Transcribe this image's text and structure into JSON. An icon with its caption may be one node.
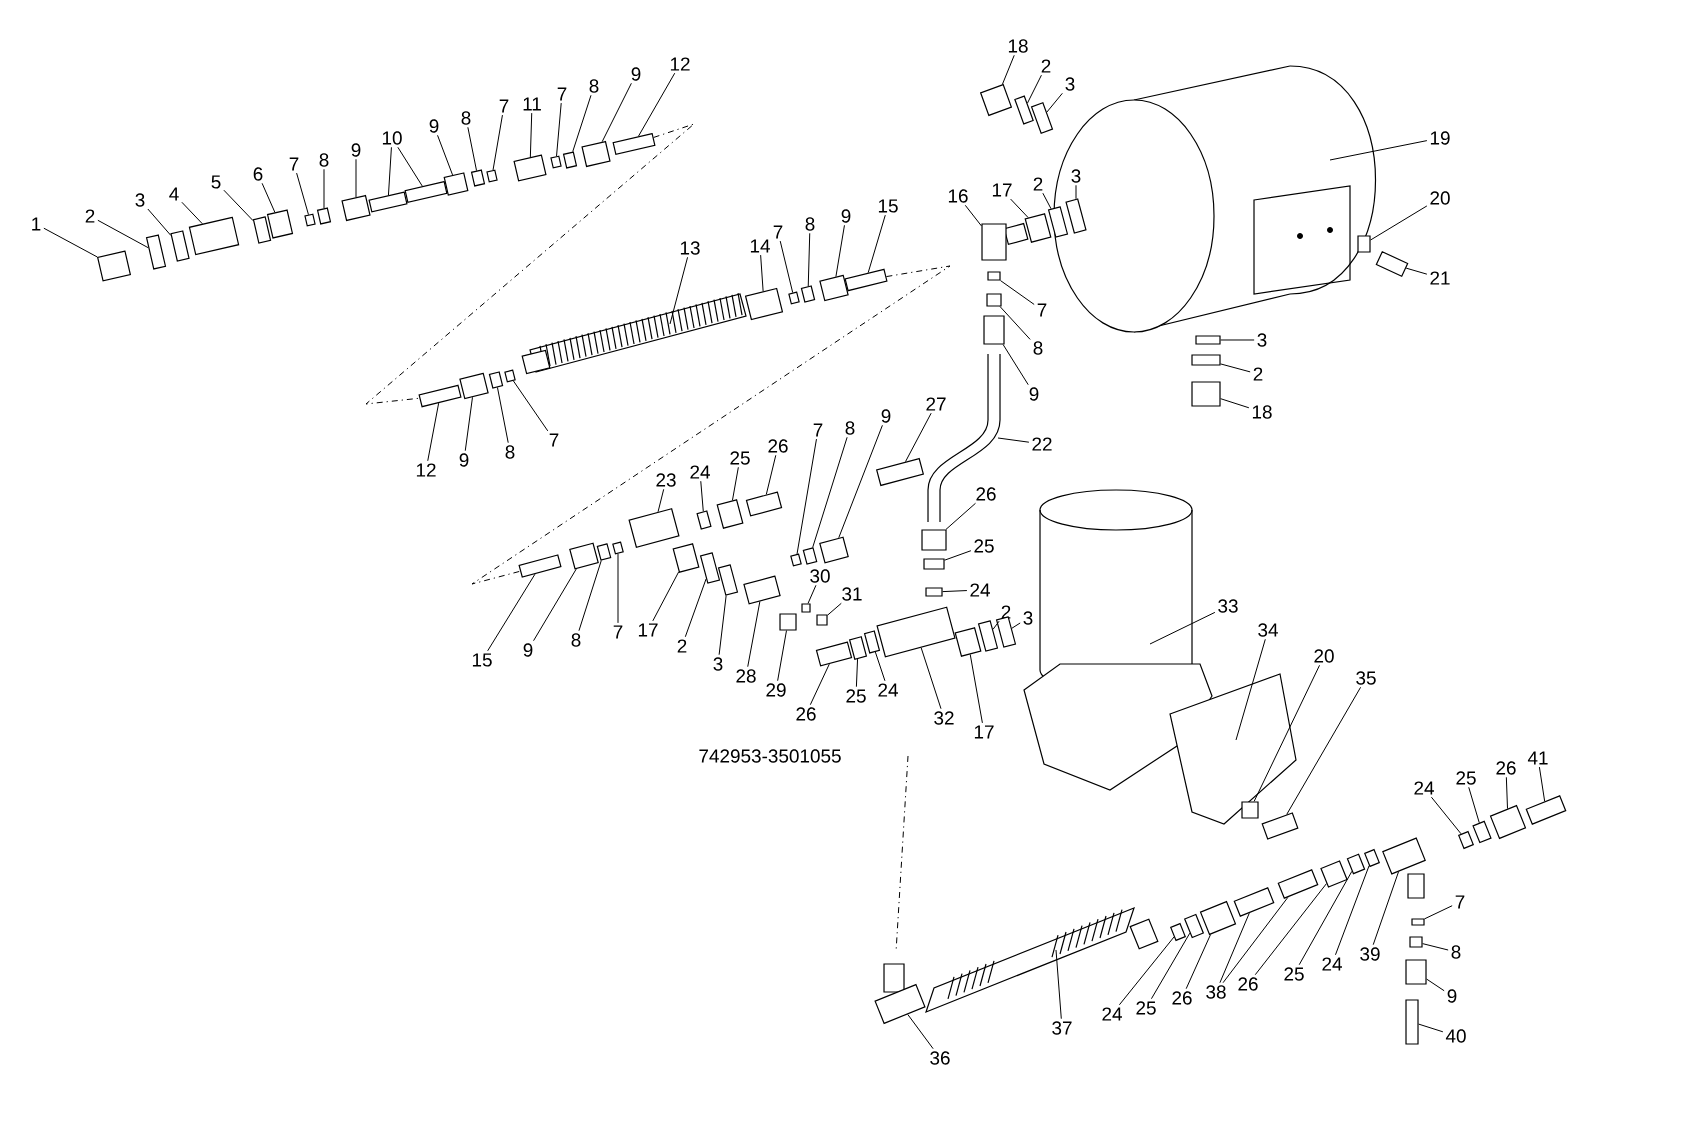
{
  "diagram": {
    "nodes": [
      {
        "text": [
          "1"
        ]
      },
      {
        "text": [
          "2"
        ]
      },
      {
        "text": [
          "3"
        ]
      },
      {
        "text": [
          "4"
        ]
      },
      {
        "text": [
          "5"
        ]
      },
      {
        "text": [
          "6"
        ]
      },
      {
        "text": [
          "7"
        ]
      },
      {
        "text": [
          "8"
        ]
      },
      {
        "text": [
          "9"
        ]
      },
      {
        "text": [
          "10"
        ]
      },
      {
        "text": [
          "9"
        ]
      },
      {
        "text": [
          "8"
        ]
      },
      {
        "text": [
          "7"
        ]
      },
      {
        "text": [
          "11"
        ]
      },
      {
        "text": [
          "7"
        ]
      },
      {
        "text": [
          "8"
        ]
      },
      {
        "text": [
          "9"
        ]
      },
      {
        "text": [
          "12"
        ]
      },
      {
        "text": [
          "18"
        ]
      },
      {
        "text": [
          "2"
        ]
      },
      {
        "text": [
          "3"
        ]
      },
      {
        "text": [
          "19"
        ]
      },
      {
        "text": [
          "13"
        ]
      },
      {
        "text": [
          "14"
        ]
      },
      {
        "text": [
          "7"
        ]
      },
      {
        "text": [
          "8"
        ]
      },
      {
        "text": [
          "9"
        ]
      },
      {
        "text": [
          "15"
        ]
      },
      {
        "text": [
          "16"
        ]
      },
      {
        "text": [
          "17"
        ]
      },
      {
        "text": [
          "2"
        ]
      },
      {
        "text": [
          "3"
        ]
      },
      {
        "text": [
          "20"
        ]
      },
      {
        "text": [
          "21"
        ]
      },
      {
        "text": [
          "7"
        ]
      },
      {
        "text": [
          "8"
        ]
      },
      {
        "text": [
          "9"
        ]
      },
      {
        "text": [
          "3"
        ]
      },
      {
        "text": [
          "2"
        ]
      },
      {
        "text": [
          "18"
        ]
      },
      {
        "text": [
          "12"
        ]
      },
      {
        "text": [
          "9"
        ]
      },
      {
        "text": [
          "8"
        ]
      },
      {
        "text": [
          "7"
        ]
      },
      {
        "text": [
          "27"
        ]
      },
      {
        "text": [
          "7"
        ]
      },
      {
        "text": [
          "8"
        ]
      },
      {
        "text": [
          "9"
        ]
      },
      {
        "text": [
          "22"
        ]
      },
      {
        "text": [
          "23"
        ]
      },
      {
        "text": [
          "24"
        ]
      },
      {
        "text": [
          "25"
        ]
      },
      {
        "text": [
          "26"
        ]
      },
      {
        "text": [
          "26"
        ]
      },
      {
        "text": [
          "25"
        ]
      },
      {
        "text": [
          "24"
        ]
      },
      {
        "text": [
          "2"
        ]
      },
      {
        "text": [
          "3"
        ]
      },
      {
        "text": [
          "30"
        ]
      },
      {
        "text": [
          "31"
        ]
      },
      {
        "text": [
          "33"
        ]
      },
      {
        "text": [
          "34"
        ]
      },
      {
        "text": [
          "20"
        ]
      },
      {
        "text": [
          "35"
        ]
      },
      {
        "text": [
          "15"
        ]
      },
      {
        "text": [
          "9"
        ]
      },
      {
        "text": [
          "8"
        ]
      },
      {
        "text": [
          "7"
        ]
      },
      {
        "text": [
          "17"
        ]
      },
      {
        "text": [
          "2"
        ]
      },
      {
        "text": [
          "3"
        ]
      },
      {
        "text": [
          "28"
        ]
      },
      {
        "text": [
          "29"
        ]
      },
      {
        "text": [
          "26"
        ]
      },
      {
        "text": [
          "25"
        ]
      },
      {
        "text": [
          "24"
        ]
      },
      {
        "text": [
          "32"
        ]
      },
      {
        "text": [
          "17"
        ]
      },
      {
        "text": [
          "24"
        ]
      },
      {
        "text": [
          "25"
        ]
      },
      {
        "text": [
          "26"
        ]
      },
      {
        "text": [
          "41"
        ]
      },
      {
        "text": [
          "7"
        ]
      },
      {
        "text": [
          "8"
        ]
      },
      {
        "text": [
          "39"
        ]
      },
      {
        "text": [
          "24"
        ]
      },
      {
        "text": [
          "25"
        ]
      },
      {
        "text": [
          "26"
        ]
      },
      {
        "text": [
          "38"
        ]
      },
      {
        "text": [
          "26"
        ]
      },
      {
        "text": [
          "9"
        ]
      },
      {
        "text": [
          "25"
        ]
      },
      {
        "text": [
          "24"
        ]
      },
      {
        "text": [
          "37"
        ]
      },
      {
        "text": [
          "40"
        ]
      },
      {
        "text": [
          "36"
        ]
      },
      {
        "text": [],
        "shape": "box"
      },
      {
        "text": [],
        "shape": "box"
      },
      {
        "text": [],
        "shape": "box"
      },
      {
        "text": [],
        "shape": "box"
      },
      {
        "text": [],
        "shape": "box"
      },
      {
        "text": [],
        "shape": "box"
      },
      {
        "text": [],
        "shape": "box"
      },
      {
        "text": [],
        "shape": "box"
      },
      {
        "text": [],
        "shape": "box"
      },
      {
        "text": [],
        "shape": "box"
      },
      {
        "text": [],
        "shape": "box"
      },
      {
        "text": [],
        "shape": "box"
      },
      {
        "text": [],
        "shape": "box"
      },
      {
        "text": [],
        "shape": "box"
      },
      {
        "text": [],
        "shape": "box"
      },
      {
        "text": [],
        "shape": "box"
      },
      {
        "text": [],
        "shape": "box"
      },
      {
        "text": [],
        "shape": "box"
      },
      {
        "text": [],
        "shape": "box"
      },
      {
        "text": [],
        "shape": "box"
      },
      {
        "text": [],
        "shape": "box"
      },
      {
        "text": [],
        "shape": "box"
      },
      {
        "text": [],
        "shape": "box"
      },
      {
        "text": [],
        "shape": "box"
      },
      {
        "text": [],
        "shape": "box"
      },
      {
        "text": [],
        "shape": "box"
      },
      {
        "text": [],
        "shape": "box"
      },
      {
        "text": [],
        "shape": "box"
      },
      {
        "text": [],
        "shape": "box"
      },
      {
        "text": [],
        "shape": "box"
      },
      {
        "text": [],
        "shape": "box"
      },
      {
        "text": [],
        "shape": "box"
      },
      {
        "text": [],
        "shape": "box"
      },
      {
        "text": [],
        "shape": "box"
      },
      {
        "text": [],
        "shape": "box"
      },
      {
        "text": [],
        "shape": "box"
      },
      {
        "text": [],
        "shape": "box"
      },
      {
        "text": [],
        "shape": "box"
      },
      {
        "text": [],
        "shape": "box"
      },
      {
        "text": [],
        "shape": "box"
      },
      {
        "text": [],
        "shape": "box"
      },
      {
        "text": [],
        "shape": "box"
      },
      {
        "text": [],
        "shape": "box"
      },
      {
        "text": [],
        "shape": "box"
      },
      {
        "text": [],
        "shape": "box"
      },
      {
        "text": [],
        "shape": "box"
      },
      {
        "text": [],
        "shape": "box"
      },
      {
        "text": [],
        "shape": "box"
      },
      {
        "text": [],
        "shape": "box"
      },
      {
        "text": [],
        "shape": "box"
      },
      {
        "text": [],
        "shape": "box"
      },
      {
        "text": [],
        "shape": "box"
      },
      {
        "text": [],
        "shape": "box"
      },
      {
        "text": [],
        "shape": "box"
      },
      {
        "text": [],
        "shape": "box"
      },
      {
        "text": [],
        "shape": "box"
      },
      {
        "text": [],
        "shape": "box"
      },
      {
        "text": [],
        "shape": "box"
      },
      {
        "text": [],
        "shape": "box"
      },
      {
        "text": [],
        "shape": "box"
      },
      {
        "text": [],
        "shape": "box"
      },
      {
        "text": [],
        "shape": "box"
      },
      {
        "text": [],
        "shape": "box"
      },
      {
        "text": [],
        "shape": "box"
      },
      {
        "text": [],
        "shape": "box"
      },
      {
        "text": [],
        "shape": "box"
      },
      {
        "text": [],
        "shape": "box"
      },
      {
        "text": [],
        "shape": "box"
      },
      {
        "text": [],
        "shape": "box"
      },
      {
        "text": [],
        "shape": "box"
      },
      {
        "text": [],
        "shape": "box"
      },
      {
        "text": [],
        "shape": "box"
      },
      {
        "text": [],
        "shape": "box"
      },
      {
        "text": [],
        "shape": "box"
      },
      {
        "text": [],
        "shape": "box"
      },
      {
        "text": [],
        "shape": "box"
      },
      {
        "text": [],
        "shape": "box"
      },
      {
        "text": [],
        "shape": "box"
      },
      {
        "text": [],
        "shape": "box"
      },
      {
        "text": [],
        "shape": "box"
      },
      {
        "text": [],
        "shape": "box"
      },
      {
        "text": [],
        "shape": "box"
      },
      {
        "text": [],
        "shape": "box"
      },
      {
        "text": [],
        "shape": "box"
      },
      {
        "text": [],
        "shape": "box"
      },
      {
        "text": [],
        "shape": "box"
      },
      {
        "text": [],
        "shape": "box"
      },
      {
        "text": [],
        "shape": "box"
      },
      {
        "text": [],
        "shape": "box"
      },
      {
        "text": [],
        "shape": "box"
      },
      {
        "text": [],
        "shape": "box"
      },
      {
        "text": [],
        "shape": "box"
      }
    ],
    "edges": [
      {
        "from": 0,
        "to": 96,
        "arrow": "none"
      },
      {
        "from": 1,
        "to": 97,
        "arrow": "none"
      },
      {
        "from": 2,
        "to": 98,
        "arrow": "none"
      },
      {
        "from": 3,
        "to": 99,
        "arrow": "none"
      },
      {
        "from": 4,
        "to": 100,
        "arrow": "none"
      },
      {
        "from": 5,
        "to": 101,
        "arrow": "none"
      },
      {
        "from": 6,
        "to": 102,
        "arrow": "none"
      },
      {
        "from": 7,
        "to": 103,
        "arrow": "none"
      },
      {
        "from": 8,
        "to": 104,
        "arrow": "none"
      },
      {
        "from": 9,
        "to": 105,
        "arrow": "none"
      },
      {
        "from": 9,
        "to": 106,
        "arrow": "none"
      },
      {
        "from": 10,
        "to": 107,
        "arrow": "none"
      },
      {
        "from": 11,
        "to": 108,
        "arrow": "none"
      },
      {
        "from": 12,
        "to": 109,
        "arrow": "none"
      },
      {
        "from": 13,
        "to": 110,
        "arrow": "none"
      },
      {
        "from": 14,
        "to": 111,
        "arrow": "none"
      },
      {
        "from": 15,
        "to": 112,
        "arrow": "none"
      },
      {
        "from": 16,
        "to": 113,
        "arrow": "none"
      },
      {
        "from": 17,
        "to": 114,
        "arrow": "none"
      },
      {
        "from": 18,
        "to": 115,
        "arrow": "none"
      },
      {
        "from": 19,
        "to": 116,
        "arrow": "none"
      },
      {
        "from": 20,
        "to": 117,
        "arrow": "none"
      },
      {
        "from": 21,
        "to": null,
        "arrow": "none"
      },
      {
        "from": 22,
        "to": null,
        "arrow": "none"
      },
      {
        "from": 23,
        "to": 118,
        "arrow": "none"
      },
      {
        "from": 24,
        "to": 119,
        "arrow": "none"
      },
      {
        "from": 25,
        "to": 120,
        "arrow": "none"
      },
      {
        "from": 26,
        "to": 121,
        "arrow": "none"
      },
      {
        "from": 27,
        "to": 122,
        "arrow": "none"
      },
      {
        "from": 28,
        "to": 123,
        "arrow": "none"
      },
      {
        "from": 29,
        "to": 124,
        "arrow": "none"
      },
      {
        "from": 30,
        "to": 125,
        "arrow": "none"
      },
      {
        "from": 31,
        "to": 126,
        "arrow": "none"
      },
      {
        "from": 32,
        "to": 127,
        "arrow": "none"
      },
      {
        "from": 33,
        "to": 128,
        "arrow": "none"
      },
      {
        "from": 34,
        "to": 129,
        "arrow": "none"
      },
      {
        "from": 35,
        "to": 130,
        "arrow": "none"
      },
      {
        "from": 36,
        "to": 131,
        "arrow": "none"
      },
      {
        "from": 37,
        "to": 132,
        "arrow": "none"
      },
      {
        "from": 38,
        "to": 133,
        "arrow": "none"
      },
      {
        "from": 39,
        "to": 134,
        "arrow": "none"
      },
      {
        "from": 40,
        "to": 135,
        "arrow": "none"
      },
      {
        "from": 41,
        "to": 136,
        "arrow": "none"
      },
      {
        "from": 42,
        "to": 137,
        "arrow": "none"
      },
      {
        "from": 43,
        "to": 138,
        "arrow": "none"
      },
      {
        "from": 44,
        "to": 139,
        "arrow": "none"
      },
      {
        "from": 45,
        "to": 140,
        "arrow": "none"
      },
      {
        "from": 46,
        "to": 141,
        "arrow": "none"
      },
      {
        "from": 47,
        "to": 142,
        "arrow": "none"
      },
      {
        "from": 48,
        "to": null,
        "arrow": "none"
      },
      {
        "from": 49,
        "to": 143,
        "arrow": "none"
      },
      {
        "from": 50,
        "to": 144,
        "arrow": "none"
      },
      {
        "from": 51,
        "to": 145,
        "arrow": "none"
      },
      {
        "from": 52,
        "to": 146,
        "arrow": "none"
      },
      {
        "from": 53,
        "to": 147,
        "arrow": "none"
      },
      {
        "from": 54,
        "to": 148,
        "arrow": "none"
      },
      {
        "from": 55,
        "to": 149,
        "arrow": "none"
      },
      {
        "from": 56,
        "to": 150,
        "arrow": "none"
      },
      {
        "from": 57,
        "to": 151,
        "arrow": "none"
      },
      {
        "from": 58,
        "to": 152,
        "arrow": "none"
      },
      {
        "from": 59,
        "to": 153,
        "arrow": "none"
      },
      {
        "from": 60,
        "to": null,
        "arrow": "none"
      },
      {
        "from": 61,
        "to": null,
        "arrow": "none"
      },
      {
        "from": 62,
        "to": 154,
        "arrow": "none"
      },
      {
        "from": 63,
        "to": 155,
        "arrow": "none"
      },
      {
        "from": 64,
        "to": 156,
        "arrow": "none"
      },
      {
        "from": 65,
        "to": 157,
        "arrow": "none"
      },
      {
        "from": 66,
        "to": 158,
        "arrow": "none"
      },
      {
        "from": 67,
        "to": 159,
        "arrow": "none"
      },
      {
        "from": 68,
        "to": 160,
        "arrow": "none"
      },
      {
        "from": 69,
        "to": 161,
        "arrow": "none"
      },
      {
        "from": 70,
        "to": 162,
        "arrow": "none"
      },
      {
        "from": 71,
        "to": 163,
        "arrow": "none"
      },
      {
        "from": 72,
        "to": 164,
        "arrow": "none"
      },
      {
        "from": 73,
        "to": 165,
        "arrow": "none"
      },
      {
        "from": 74,
        "to": 166,
        "arrow": "none"
      },
      {
        "from": 75,
        "to": 167,
        "arrow": "none"
      },
      {
        "from": 76,
        "to": 168,
        "arrow": "none"
      },
      {
        "from": 77,
        "to": 169,
        "arrow": "none"
      },
      {
        "from": 78,
        "to": 170,
        "arrow": "none"
      },
      {
        "from": 79,
        "to": 171,
        "arrow": "none"
      },
      {
        "from": 80,
        "to": 172,
        "arrow": "none"
      },
      {
        "from": 81,
        "to": 173,
        "arrow": "none"
      },
      {
        "from": 82,
        "to": 174,
        "arrow": "none"
      },
      {
        "from": 83,
        "to": 175,
        "arrow": "none"
      },
      {
        "from": 84,
        "to": 176,
        "arrow": "none"
      },
      {
        "from": 85,
        "to": 177,
        "arrow": "none"
      },
      {
        "from": 86,
        "to": 178,
        "arrow": "none"
      },
      {
        "from": 87,
        "to": 179,
        "arrow": "none"
      },
      {
        "from": 88,
        "to": 180,
        "arrow": "none"
      },
      {
        "from": 88,
        "to": 181,
        "arrow": "none"
      },
      {
        "from": 89,
        "to": 182,
        "arrow": "none"
      },
      {
        "from": 90,
        "to": 183,
        "arrow": "none"
      },
      {
        "from": 91,
        "to": 184,
        "arrow": "none"
      },
      {
        "from": 92,
        "to": 185,
        "arrow": "none"
      },
      {
        "from": 93,
        "to": null,
        "arrow": "none"
      },
      {
        "from": 94,
        "to": 186,
        "arrow": "none"
      },
      {
        "from": 95,
        "to": 187,
        "arrow": "none"
      },
      {
        "from": 114,
        "to": 135,
        "arrow": "none",
        "style": "dashed"
      },
      {
        "from": 122,
        "to": 156,
        "arrow": "none",
        "style": "dashed"
      }
    ],
    "labels": [
      "742953-3501055"
    ]
  }
}
